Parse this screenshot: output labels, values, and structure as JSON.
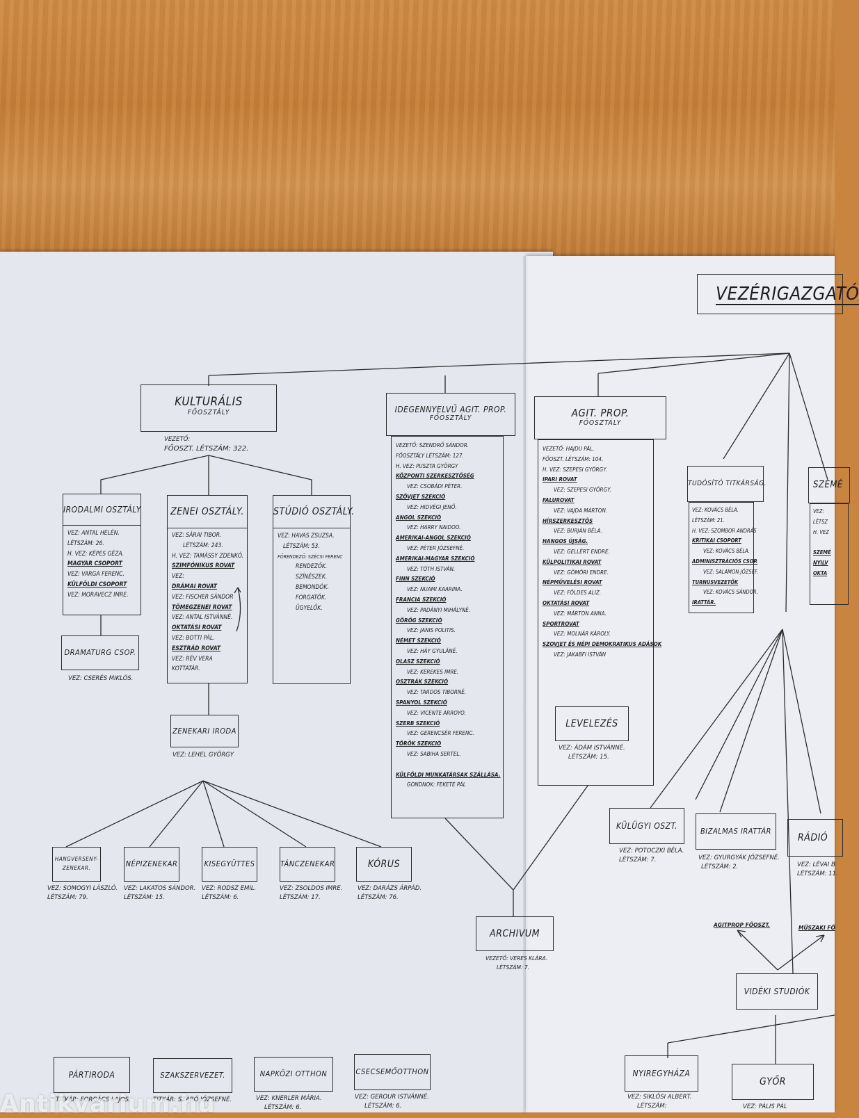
{
  "header": {
    "title": "VEZÉRIGAZGATÓ"
  },
  "kulturalis": {
    "title": "KULTURÁLIS",
    "sub": "FŐOSZTÁLY",
    "lines": [
      "VEZETŐ:",
      "FŐOSZT. LÉTSZÁM: 322."
    ]
  },
  "irodalmi": {
    "title": "IRODALMI OSZTÁLY",
    "lines": [
      "VEZ: ANTAL HELÉN.",
      "LÉTSZÁM: 26.",
      "H. VEZ: KÉPES GÉZA.",
      "MAGYAR CSOPORT",
      "VEZ: VARGA FERENC.",
      "KÜLFÖLDI CSOPORT",
      "VEZ: MORAVECZ IMRE."
    ]
  },
  "dramaturg": {
    "title": "DRAMATURG CSOP.",
    "note": "VEZ: CSERÉS MIKLÓS."
  },
  "zenei": {
    "title": "ZENEI OSZTÁLY.",
    "lines": [
      "VEZ: SÁRAI TIBOR.",
      "LÉTSZÁM: 243.",
      "H. VEZ: TAMÁSSY ZDENKÓ.",
      "SZIMFÓNIKUS ROVAT",
      "VEZ:",
      "DRÁMAI ROVAT",
      "VEZ: FISCHER SÁNDOR",
      "TÖMEGZENEI ROVAT",
      "VEZ: ANTAL ISTVÁNNÉ.",
      "OKTATÁSI ROVAT",
      "VEZ: BOTTI PÁL.",
      "ESZTRÁD ROVAT",
      "VEZ: RÉV VERA",
      "KOTTATÁR."
    ]
  },
  "studio": {
    "title": "STÚDIÓ OSZTÁLY.",
    "lines": [
      "VEZ: HAVAS ZSUZSA.",
      "LÉTSZÁM: 53.",
      "FŐRENDEZŐ: SZÉCSI FERENC",
      "RENDEZŐK.",
      "",
      "SZÍNÉSZEK.",
      "",
      "BEMONDÓK.",
      "",
      "FORGATÓK.",
      "",
      "ÜGYELŐK."
    ]
  },
  "zenekari": {
    "title": "ZENEKARI IRODA",
    "note": "VEZ: LEHEL GYÖRGY"
  },
  "ensembles": [
    {
      "title": "HANGVERSENY-ZENEKAR.",
      "lines": [
        "VEZ: SOMOGYI LÁSZLÓ.",
        "LÉTSZÁM: 79."
      ]
    },
    {
      "title": "NÉPIZENEKAR",
      "lines": [
        "VEZ: LAKATOS SÁNDOR.",
        "LÉTSZÁM: 15."
      ]
    },
    {
      "title": "KISEGYÜTTES",
      "lines": [
        "VEZ: RODSZ EMIL.",
        "LÉTSZÁM: 6."
      ]
    },
    {
      "title": "TÁNCZENEKAR",
      "lines": [
        "VEZ: ZSOLDOS IMRE.",
        "LÉTSZÁM: 17."
      ]
    },
    {
      "title": "KÓRUS",
      "lines": [
        "VEZ: DARÁZS ÁRPÁD.",
        "LÉTSZÁM: 76."
      ]
    }
  ],
  "idegennyelvu": {
    "title": "IDEGENNYELVŰ AGIT. PROP.",
    "sub": "FŐOSZTÁLY",
    "lines": [
      "VEZETŐ: SZENDRŐ SÁNDOR.",
      "FŐOSZTÁLY LÉTSZÁM: 127.",
      "H. VEZ: PUSZTA GYÖRGY",
      "KÖZPONTI SZERKESZTŐSÉG",
      "VEZ: CSOBÁDI PÉTER.",
      "SZÖVJET SZEKCIÓ",
      "VEZ: HIDVÉGI JENŐ.",
      "ANGOL SZEKCIÓ",
      "VEZ: HARRY NAIDOO.",
      "AMERIKAI-ANGOL SZEKCIÓ",
      "VEZ: PÉTER JÓZSEFNÉ.",
      "AMERIKAI-MAGYAR SZEKCIÓ",
      "VEZ: TÓTH ISTVÁN.",
      "FINN SZEKCIÓ",
      "VEZ: NUAMI KAARINA.",
      "FRANCIA SZEKCIÓ",
      "VEZ: PADÁNYI MIHÁLYNÉ.",
      "GÖRÖG SZEKCIÓ",
      "VEZ: JANIS POLITIS.",
      "NÉMET SZEKCIÓ",
      "VEZ: HÁY GYULÁNÉ.",
      "OLASZ SZEKCIÓ",
      "VEZ: KEREKES IMRE.",
      "OSZTRÁK SZEKCIÓ",
      "VEZ: TARDOS TIBORNÉ.",
      "SPANYOL SZEKCIÓ",
      "VEZ: VICENTE ARROYO.",
      "SZERB SZEKCIÓ",
      "VEZ: GERENCSÉR FERENC.",
      "TÖRÖK SZEKCIÓ",
      "VEZ: SABIHA SERTEL.",
      "",
      "KÜLFÖLDI MUNKATÁRSAK SZÁLLÁSA.",
      "GONDNOK: FEKETE PÁL"
    ]
  },
  "agitprop": {
    "title": "AGIT. PROP.",
    "sub": "FŐOSZTÁLY",
    "lines": [
      "VEZETŐ: HAJDU PÁL.",
      "FŐOSZT. LÉTSZÁM: 104.",
      "H. VEZ: SZEPESI GYÖRGY.",
      "IPARI ROVAT",
      "VEZ: SZEPESI GYÖRGY.",
      "FALUROVAT",
      "VEZ: VAJDA MÁRTON.",
      "HÍRSZERKESZTŐS",
      "VEZ: BURJÁN BÉLA.",
      "HANGOS ÚJSÁG.",
      "VEZ: GELLÉRT ENDRE.",
      "KÜLPOLITIKAI ROVAT",
      "VEZ: GÖMÖRI ENDRE.",
      "NÉPMŰVELÉSI ROVAT",
      "VEZ: FÖLDES ALIZ.",
      "OKTATÁSI ROVAT",
      "VEZ: MÁRTON ANNA.",
      "SPORTROVAT",
      "VEZ: MOLNÁR KÁROLY.",
      "SZOVJET ÉS NÉPI DEMOKRATIKUS ADÁSOK",
      "VEZ: JAKABFI ISTVÁN"
    ]
  },
  "levelezes": {
    "title": "LEVELEZÉS",
    "lines": [
      "VEZ: ÁDÁM ISTVÁNNÉ.",
      "LÉTSZÁM: 15."
    ]
  },
  "archivum": {
    "title": "ARCHIVUM",
    "lines": [
      "VEZETŐ: VERES KLÁRA.",
      "LÉTSZÁM: 7."
    ]
  },
  "tudosito": {
    "title": "TUDÓSÍTÓ TITKÁRSÁG.",
    "lines": [
      "VEZ: KOVÁCS BÉLA.",
      "LÉTSZÁM: 21.",
      "H. VEZ: SZOMBOR ANDRÁS",
      "KRITIKAI CSOPORT",
      "VEZ: KOVÁCS BÉLA.",
      "ADMINISZTRÁCIÓS CSOP.",
      "VEZ: SALAMON JÓZSEF.",
      "TURNUSVEZETŐK",
      "VEZ: KOVÁCS SÁNDOR.",
      "IRATTÁR."
    ]
  },
  "szemelyzeti": {
    "title": "SZEMÉ",
    "lines": [
      "VEZ:",
      "LÉTSZ",
      "H. VEZ",
      "",
      "SZEMÉ",
      "NYILV",
      "OKTA"
    ]
  },
  "kulugyi": {
    "title": "KÜLÜGYI OSZT.",
    "lines": [
      "VEZ: POTOCZKI BÉLA.",
      "LÉTSZÁM: 7."
    ]
  },
  "bizalmas": {
    "title": "BIZALMAS IRATTÁR",
    "lines": [
      "VEZ: GYURGYÁK JÓZSEFNÉ.",
      "LÉTSZÁM: 2."
    ]
  },
  "radio": {
    "title": "RÁDIÓ",
    "lines": [
      "VEZ: LÉVAI B",
      "LÉTSZÁM: 11."
    ]
  },
  "videki": {
    "title": "VIDÉKI STUDIÓK",
    "arrows": [
      "AGITPROP FŐOSZT.",
      "MŰSZAKI FŐ"
    ]
  },
  "nyiregyhaza": {
    "title": "NYIREGYHÁZA",
    "lines": [
      "VEZ: SIKLÓSI ALBERT.",
      "LÉTSZÁM:"
    ]
  },
  "gyor": {
    "title": "GYŐR",
    "lines": [
      "VEZ: PÁLIS PÁL"
    ]
  },
  "bottom": [
    {
      "title": "PÁRTIRODA",
      "lines": [
        "TITKÁR: FORGÁCS LAJOS."
      ]
    },
    {
      "title": "SZAKSZERVEZET.",
      "lines": [
        "TITKÁR: SZABÓ JÓZSEFNÉ."
      ]
    },
    {
      "title": "NAPKÖZI OTTHON",
      "lines": [
        "VEZ: KNERLER MÁRIA.",
        "LÉTSZÁM: 6."
      ]
    },
    {
      "title": "CSECSEMŐOTTHON",
      "lines": [
        "VEZ: GEROUR ISTVÁNNÉ.",
        "LÉTSZÁM: 6."
      ]
    }
  ],
  "watermark": "Antikvarium.hu"
}
